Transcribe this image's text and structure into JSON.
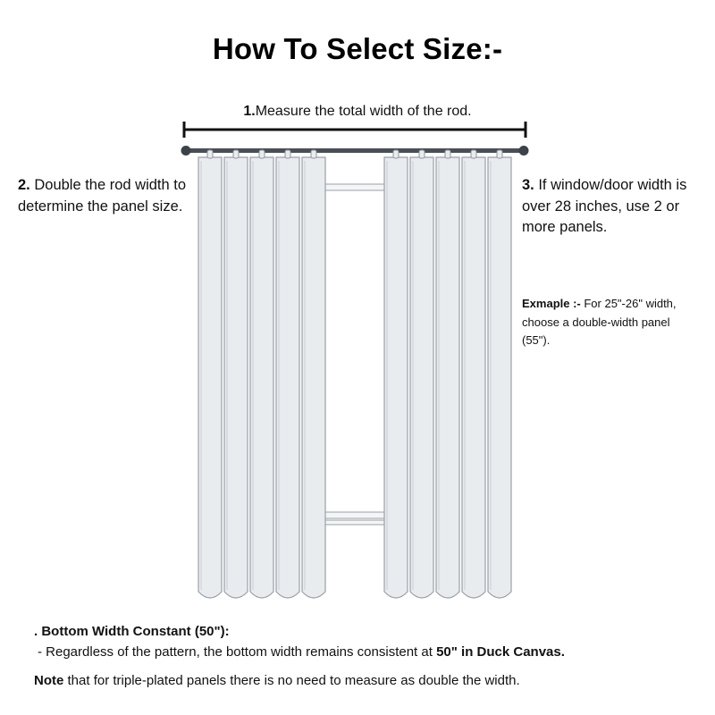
{
  "title": "How To Select Size:-",
  "measure": {
    "step": "1.",
    "text": "Measure the total width of the rod."
  },
  "step2": {
    "num": "2.",
    "text": " Double the rod width to determine the panel size."
  },
  "step3": {
    "num": "3.",
    "text": " If window/door width is over 28 inches, use 2 or more panels."
  },
  "example": {
    "label": "Exmaple :-",
    "text": " For 25\"-26\" width, choose a double-width panel (55\")."
  },
  "bottom_width": {
    "heading": ". Bottom Width Constant (50\"):",
    "text_before": " - Regardless of the pattern, the bottom width remains consistent at ",
    "text_bold": "50\" in Duck Canvas."
  },
  "note": {
    "bold": "Note",
    "text": " that for triple-plated panels there is no need to measure as double the width."
  },
  "colors": {
    "rod": "#4a4f57",
    "panel_fill": "#e9ecef",
    "panel_stroke": "#9aa0a6",
    "text": "#111111"
  }
}
